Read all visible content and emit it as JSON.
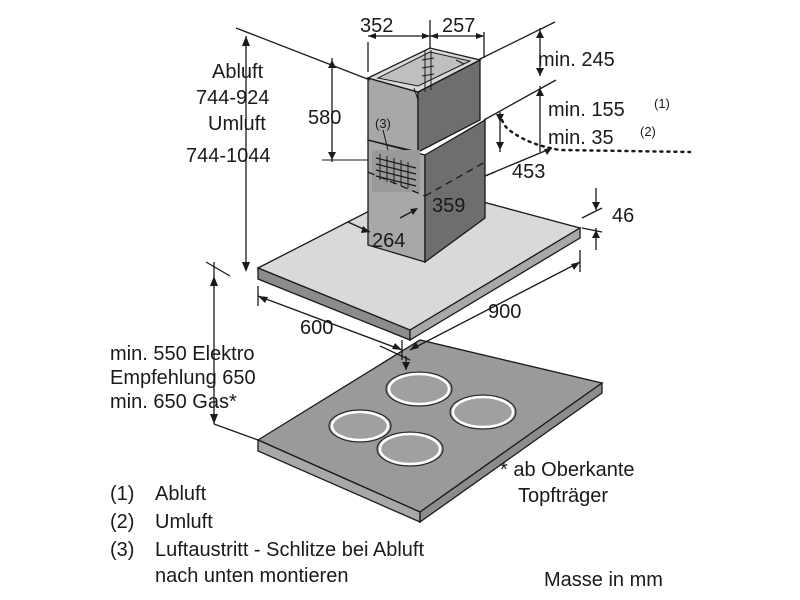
{
  "dimensions": {
    "chimney_width": "352",
    "chimney_depth": "257",
    "min_245": "min. 245",
    "min_155": "min. 155",
    "ref_1": "(1)",
    "min_35": "min. 35",
    "ref_2": "(2)",
    "chimney_height": "580",
    "ref_3": "(3)",
    "d453": "453",
    "d359": "359",
    "d264": "264",
    "d46": "46",
    "d600": "600",
    "d900": "900"
  },
  "height_labels": {
    "abluft": "Abluft",
    "abluft_range": "744-924",
    "umluft": "Umluft",
    "umluft_range": "744-1044"
  },
  "clearance_labels": {
    "electric": "min. 550 Elektro",
    "recommended": "Empfehlung 650",
    "gas": "min. 650 Gas*"
  },
  "footnote": {
    "line1": "* ab Oberkante",
    "line2": "Topfträger"
  },
  "legend": [
    {
      "num": "(1)",
      "text": "Abluft"
    },
    {
      "num": "(2)",
      "text": "Umluft"
    },
    {
      "num": "(3)",
      "text": "Luftaustritt - Schlitze bei Abluft"
    }
  ],
  "legend_continuation": "nach unten montieren",
  "units_note": "Masse in mm"
}
